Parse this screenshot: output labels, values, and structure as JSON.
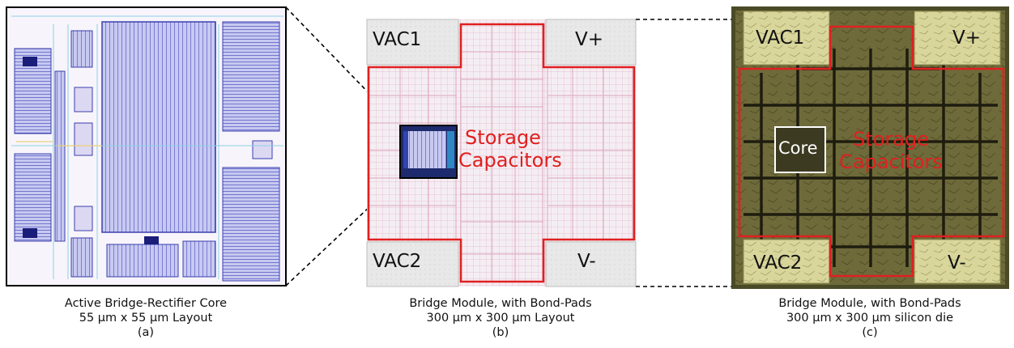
{
  "panel_a": {
    "caption_line1": "Active Bridge-Rectifier Core",
    "caption_line2": "55 µm x 55 µm Layout",
    "caption_label": "(a)"
  },
  "panel_b": {
    "pad_top_left": "VAC1",
    "pad_top_right": "V+",
    "pad_bottom_left": "VAC2",
    "pad_bottom_right": "V-",
    "capacitor_label_line1": "Storage",
    "capacitor_label_line2": "Capacitors",
    "caption_line1": "Bridge Module, with Bond-Pads",
    "caption_line2": "300 µm x 300 µm Layout",
    "caption_label": "(b)"
  },
  "panel_c": {
    "pad_top_left": "VAC1",
    "pad_top_right": "V+",
    "pad_bottom_left": "VAC2",
    "pad_bottom_right": "V-",
    "core_label": "Core",
    "capacitor_label_line1": "Storage",
    "capacitor_label_line2": "Capacitors",
    "caption_line1": "Bridge Module, with Bond-Pads",
    "caption_line2": "300 µm x 300 µm silicon die",
    "caption_label": "(c)"
  },
  "colors": {
    "highlight_red": "#e02020",
    "layout_blue": "#5b5fc7",
    "die_olive": "#6b6a3a",
    "bondpad_yellow": "#d8d49a"
  }
}
